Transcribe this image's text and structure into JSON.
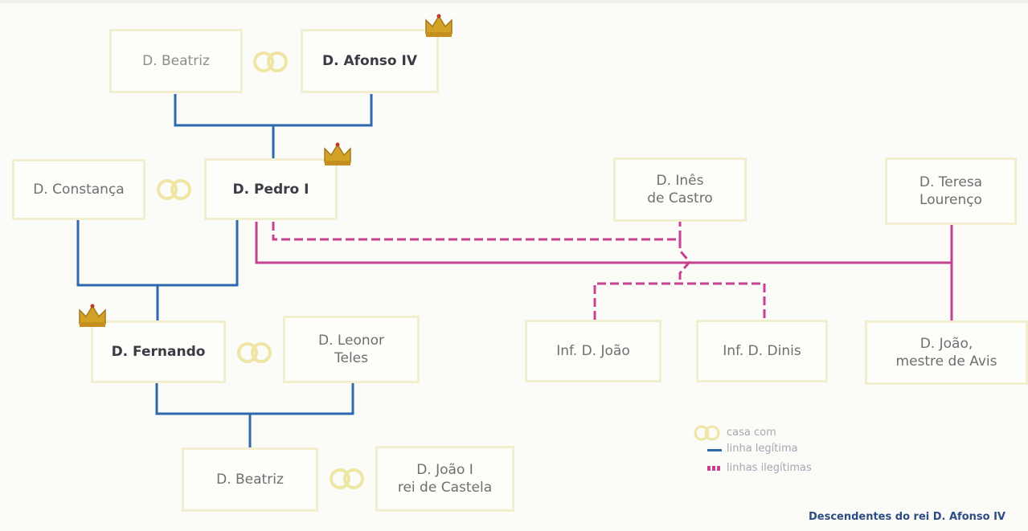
{
  "people": {
    "beatriz_top": "D. Beatriz",
    "afonso": "D. Afonso IV",
    "constanca": "D. Constança",
    "pedro": "D. Pedro I",
    "ines_1": "D. Inês",
    "ines_2": "de Castro",
    "teresa_1": "D. Teresa",
    "teresa_2": "Lourenço",
    "fernando": "D. Fernando",
    "leonor_1": "D. Leonor",
    "leonor_2": "Teles",
    "inf_joao": "Inf. D. João",
    "inf_dinis": "Inf. D. Dinis",
    "joao_avis_1": "D. João,",
    "joao_avis_2": "mestre de Avis",
    "beatriz_bottom": "D. Beatriz",
    "joao_castela_1": "D. João I",
    "joao_castela_2": "rei de Castela"
  },
  "legend": {
    "casa_com": "casa com",
    "linha_legitima": "linha legítima",
    "linhas_ilegitimas": "linhas ilegítimas"
  },
  "caption": "Descendentes do rei D. Afonso IV",
  "colors": {
    "legit_line": "#2f68ad",
    "illegit_line": "#c6418f",
    "box_border": "#f1efd0",
    "ring": "#efe6a6",
    "crown": "#d2a227"
  },
  "icons": [
    "crown-icon",
    "rings-icon"
  ]
}
